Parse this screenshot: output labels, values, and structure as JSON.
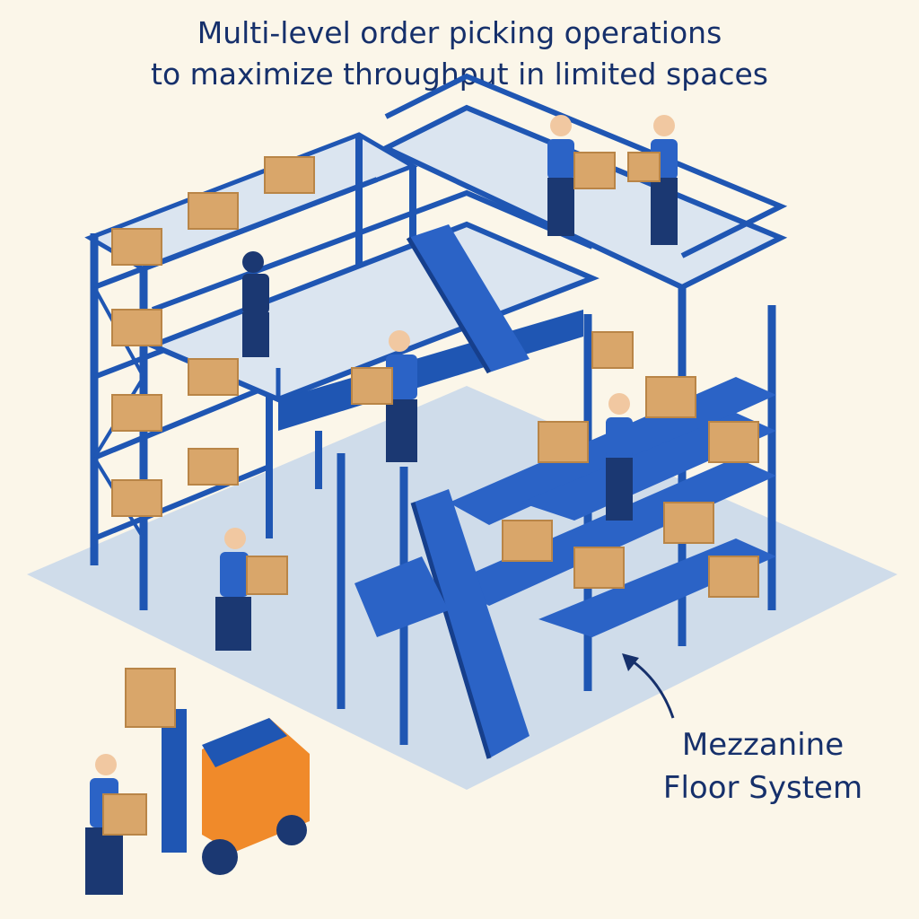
{
  "title": {
    "line1": "Multi-level order picking operations",
    "line2": "to maximize throughput in limited spaces"
  },
  "callout": {
    "line1": "Mezzanine",
    "line2": "Floor System"
  },
  "colors": {
    "background": "#fbf6e9",
    "floor_shadow": "#cfdcea",
    "steel": "#1f56b3",
    "steel_dark": "#163f8c",
    "deck": "#dbe5f0",
    "box": "#d9a66a",
    "box_dark": "#b98547",
    "worker_shirt": "#2b63c6",
    "worker_pants": "#1b3872",
    "forklift": "#f08a2a",
    "text": "#16306b"
  }
}
